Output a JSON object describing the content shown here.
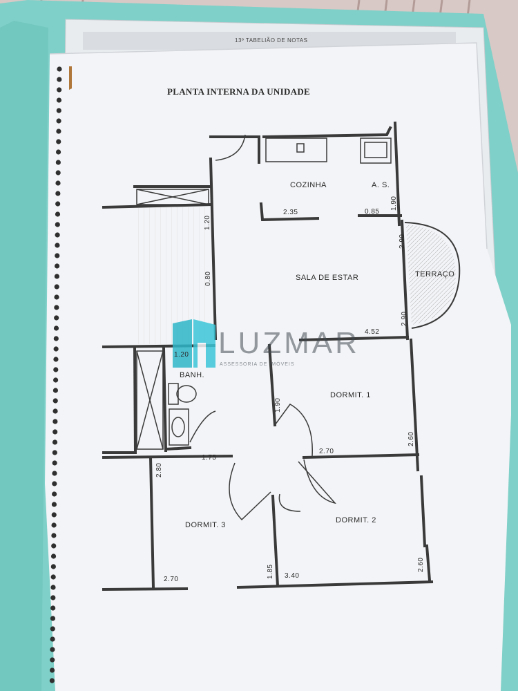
{
  "notary_header": "13º TABELIÃO DE NOTAS",
  "plan": {
    "title": "PLANTA INTERNA DA UNIDADE",
    "rooms": {
      "kitchen": "COZINHA",
      "laundry": "A. S.",
      "living": "SALA DE ESTAR",
      "terrace": "TERRAÇO",
      "bath": "BANH.",
      "bed1": "DORMIT. 1",
      "bed2": "DORMIT. 2",
      "bed3": "DORMIT. 3"
    },
    "dims": {
      "d_2_35": "2.35",
      "d_0_85": "0.85",
      "d_1_90_kitchen": "1.90",
      "d_1_20_left": "1.20",
      "d_0_80": "0.80",
      "d_2_90_a": "2.90",
      "d_2_90_b": "2.90",
      "d_4_52": "4.52",
      "d_1_20_bath": "1.20",
      "d_1_90_bed": "1.90",
      "d_2_70_bed1": "2.70",
      "d_2_60_a": "2.60",
      "d_2_80": "2.80",
      "d_1_75": "1.75",
      "d_1_85": "1.85",
      "d_2_70_bed3": "2.70",
      "d_3_40": "3.40",
      "d_2_60_b": "2.60"
    }
  },
  "watermark": {
    "brand": "LUZMAR",
    "tagline": "ASSESSORIA DE IMÓVEIS",
    "color": "#2fb6c9"
  },
  "colors": {
    "folder": "#7fd0c8",
    "paper": "#f2f3f6",
    "ink": "#2a2a2a"
  }
}
